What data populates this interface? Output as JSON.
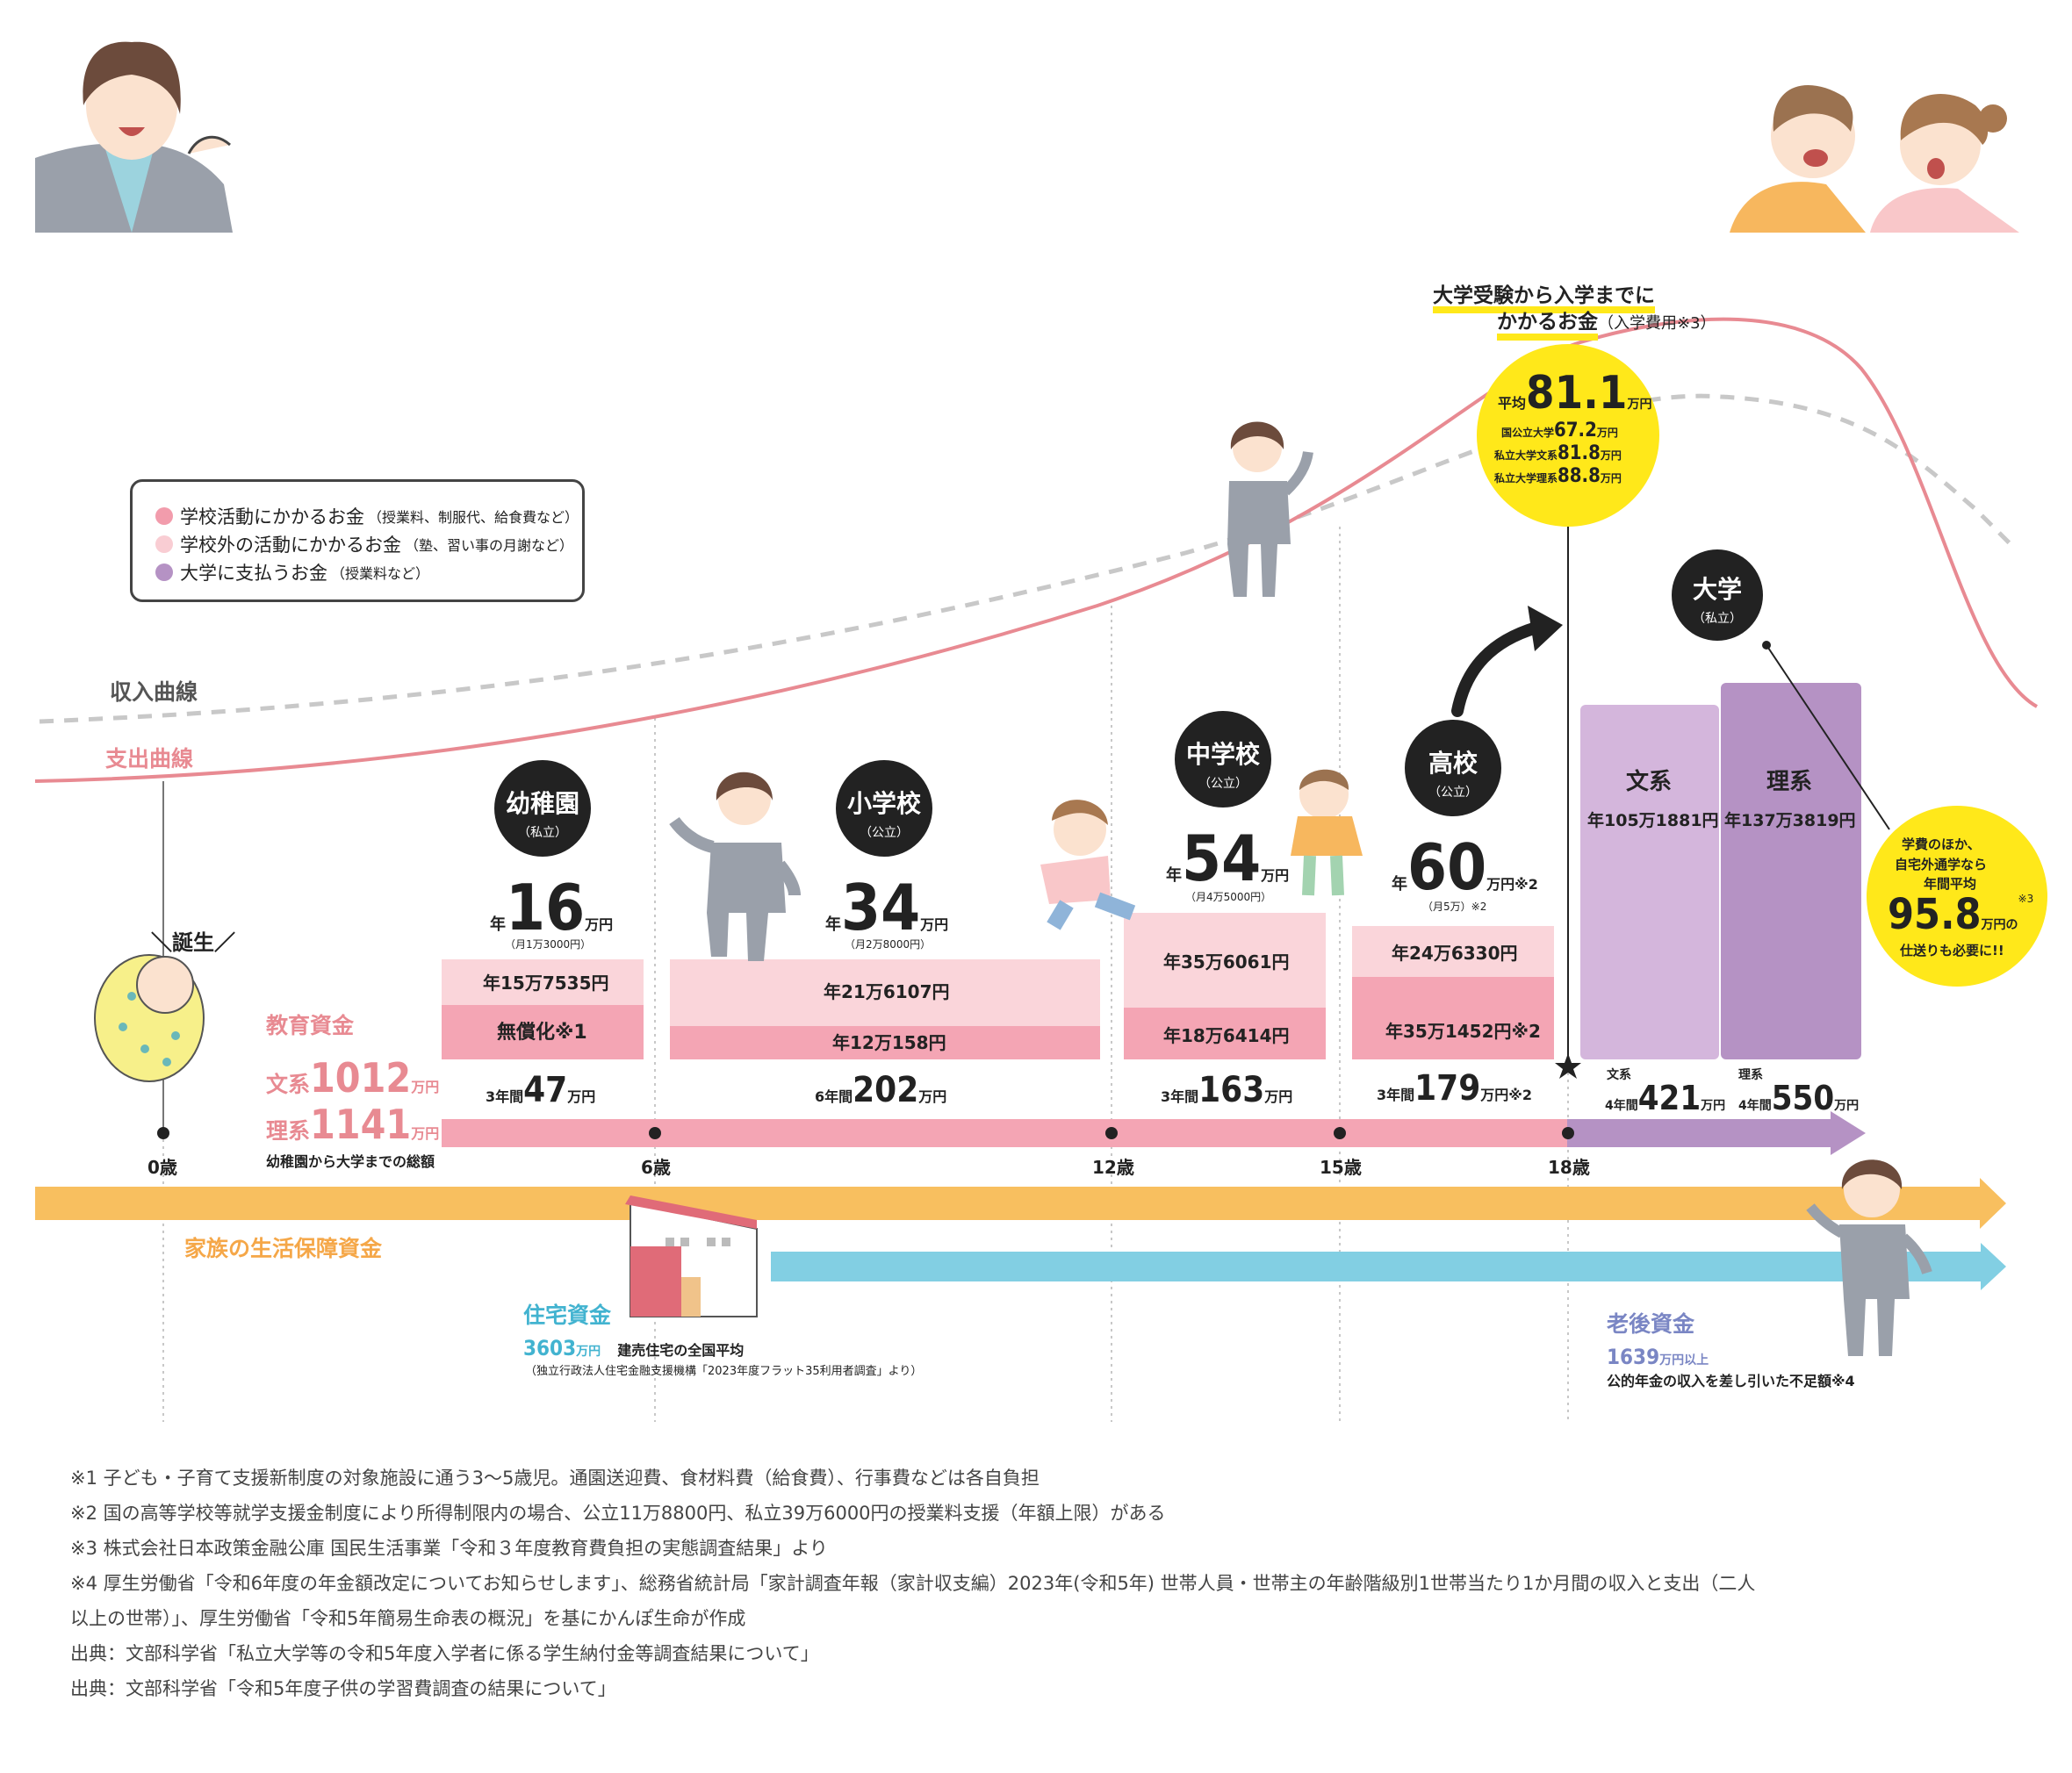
{
  "legend": {
    "items": [
      {
        "label": "学校活動にかかるお金",
        "note": "（授業料、制服代、給食費など）",
        "color": "#f29cac"
      },
      {
        "label": "学校外の活動にかかるお金",
        "note": "（塾、習い事の月謝など）",
        "color": "#f9cdd3"
      },
      {
        "label": "大学に支払うお金",
        "note": "（授業料など）",
        "color": "#b592c4"
      }
    ]
  },
  "curves": {
    "income_label": "収入曲線",
    "expense_label": "支出曲線"
  },
  "birth_label": "誕生",
  "education_fund": {
    "title": "教育資金",
    "bunkei_label": "文系",
    "bunkei_value": "1012",
    "rikei_label": "理系",
    "rikei_value": "1141",
    "unit": "万円",
    "caption": "幼稚園から大学までの総額"
  },
  "ages": [
    "0歳",
    "6歳",
    "12歳",
    "15歳",
    "18歳"
  ],
  "stages": {
    "kinder": {
      "name": "幼稚園",
      "type": "（私立）",
      "year_prefix": "年",
      "year_value": "16",
      "unit": "万円",
      "monthly": "（月1万3000円）",
      "outside": "年15万7535円",
      "school": "無償化※1",
      "total_prefix": "3年間",
      "total_value": "47",
      "total_unit": "万円"
    },
    "elementary": {
      "name": "小学校",
      "type": "（公立）",
      "year_prefix": "年",
      "year_value": "34",
      "unit": "万円",
      "monthly": "（月2万8000円）",
      "outside": "年21万6107円",
      "school": "年12万158円",
      "total_prefix": "6年間",
      "total_value": "202",
      "total_unit": "万円"
    },
    "junior": {
      "name": "中学校",
      "type": "（公立）",
      "year_prefix": "年",
      "year_value": "54",
      "unit": "万円",
      "monthly": "（月4万5000円）",
      "outside": "年35万6061円",
      "school": "年18万6414円",
      "total_prefix": "3年間",
      "total_value": "163",
      "total_unit": "万円"
    },
    "high": {
      "name": "高校",
      "type": "（公立）",
      "year_prefix": "年",
      "year_value": "60",
      "unit": "万円※2",
      "monthly": "（月5万）※2",
      "outside": "年24万6330円",
      "school": "年35万1452円※2",
      "total_prefix": "3年間",
      "total_value": "179",
      "total_unit": "万円※2"
    },
    "university": {
      "name": "大学",
      "type": "（私立）",
      "bunkei_label": "文系",
      "bunkei_year": "年105万1881円",
      "rikei_label": "理系",
      "rikei_year": "年137万3819円",
      "bunkei_total_label": "文系",
      "bunkei_total_prefix": "4年間",
      "bunkei_total_value": "421",
      "bunkei_total_unit": "万円",
      "rikei_total_label": "理系",
      "rikei_total_prefix": "4年間",
      "rikei_total_value": "550",
      "rikei_total_unit": "万円"
    }
  },
  "entrance": {
    "title_line1": "大学受験から入学までに",
    "title_line2": "かかるお金",
    "title_note": "（入学費用※3）",
    "avg_prefix": "平均",
    "avg_value": "81.1",
    "avg_unit": "万円",
    "row1_label": "国公立大学",
    "row1_value": "67.2",
    "row1_unit": "万円",
    "row2_label": "私立大学文系",
    "row2_value": "81.8",
    "row2_unit": "万円",
    "row3_label": "私立大学理系",
    "row3_value": "88.8",
    "row3_unit": "万円"
  },
  "remittance": {
    "line1": "学費のほか、",
    "line2": "自宅外通学なら",
    "line3": "年間平均",
    "value": "95.8",
    "unit": "万円の",
    "note": "※3",
    "line4": "仕送りも必要に!!"
  },
  "family_fund": "家族の生活保障資金",
  "housing": {
    "title": "住宅資金",
    "value": "3603",
    "unit": "万円",
    "caption": "建売住宅の全国平均",
    "source": "（独立行政法人住宅金融支援機構「2023年度フラット35利用者調査」より）"
  },
  "retirement": {
    "title": "老後資金",
    "value": "1639",
    "unit": "万円以上",
    "caption": "公的年金の収入を差し引いた不足額※4"
  },
  "footnotes": [
    "※1 子ども・子育て支援新制度の対象施設に通う3〜5歳児。通園送迎費、食材料費（給食費）、行事費などは各自負担",
    "※2 国の高等学校等就学支援金制度により所得制限内の場合、公立11万8800円、私立39万6000円の授業料支援（年額上限）がある",
    "※3 株式会社日本政策金融公庫 国民生活事業「令和３年度教育費負担の実態調査結果」より",
    "※4 厚生労働省「令和6年度の年金額改定についてお知らせします」、総務省統計局「家計調査年報（家計収支編）2023年(令和5年) 世帯人員・世帯主の年齢階級別1世帯当たり1か月間の収入と支出（二人",
    "以上の世帯）」、厚生労働省「令和5年簡易生命表の概況」を基にかんぽ生命が作成",
    "出典：文部科学省「私立大学等の令和5年度入学者に係る学生納付金等調査結果について」",
    "出典：文部科学省「令和5年度子供の学習費調査の結果について」"
  ],
  "colors": {
    "pink": "#f4a5b4",
    "lightpink": "#fad5da",
    "purple": "#b592c4",
    "lightpurple": "#d4b6dc",
    "orange": "#f8bf5f",
    "blue": "#82cfe3",
    "yellow": "#ffe81a",
    "incomeLine": "#c8c8c8",
    "expenseLine": "#e88a92"
  }
}
